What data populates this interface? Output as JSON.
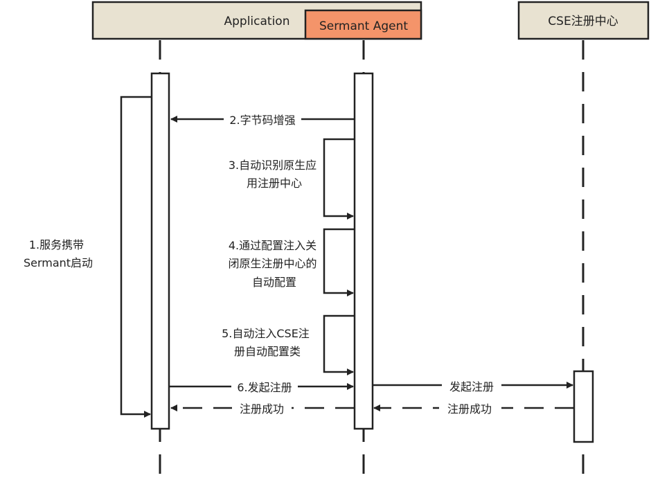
{
  "participants": {
    "application": "Application",
    "agent": "Sermant Agent",
    "registry": "CSE注册中心"
  },
  "messages": {
    "m1": [
      "1.服务携带",
      "Sermant启动"
    ],
    "m2": "2.字节码增强",
    "m3": [
      "3.自动识别原生应",
      "用注册中心"
    ],
    "m4": [
      "4.通过配置注入关",
      "闭原生注册中心的",
      "自动配置"
    ],
    "m5": [
      "5.自动注入CSE注",
      "册自动配置类"
    ],
    "m6": "6.发起注册",
    "m7": "注册成功",
    "m8": "发起注册",
    "m9": "注册成功"
  },
  "colors": {
    "header_bg": "#e8e2d1",
    "agent_bg": "#f4946a",
    "line": "#222222",
    "activation_bg": "#ffffff"
  }
}
